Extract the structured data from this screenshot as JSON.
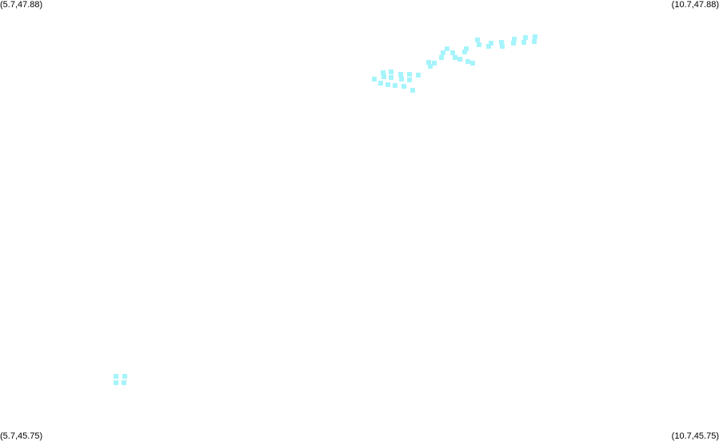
{
  "bounds": {
    "lon_min": 5.7,
    "lon_max": 10.7,
    "lat_min": 45.75,
    "lat_max": 47.88
  },
  "corners": {
    "top_left": "(5.7,47.88)",
    "top_right": "(10.7,47.88)",
    "bottom_left": "(5.7,45.75)",
    "bottom_right": "(10.7,45.75)"
  },
  "point_color": "#a6f4fb",
  "points": [
    [
      9.277,
      47.692
    ],
    [
      9.353,
      47.697
    ],
    [
      9.421,
      47.703
    ],
    [
      9.413,
      47.681
    ],
    [
      9.341,
      47.676
    ],
    [
      9.271,
      47.67
    ],
    [
      9.185,
      47.676
    ],
    [
      9.191,
      47.657
    ],
    [
      9.112,
      47.67
    ],
    [
      9.021,
      47.687
    ],
    [
      9.032,
      47.665
    ],
    [
      9.1,
      47.657
    ],
    [
      8.941,
      47.646
    ],
    [
      8.93,
      47.628
    ],
    [
      8.81,
      47.643
    ],
    [
      8.849,
      47.624
    ],
    [
      8.866,
      47.601
    ],
    [
      8.899,
      47.596
    ],
    [
      8.953,
      47.583
    ],
    [
      8.988,
      47.577
    ],
    [
      8.779,
      47.626
    ],
    [
      8.77,
      47.604
    ],
    [
      8.679,
      47.58
    ],
    [
      8.692,
      47.559
    ],
    [
      8.722,
      47.577
    ],
    [
      8.365,
      47.529
    ],
    [
      8.422,
      47.532
    ],
    [
      8.485,
      47.52
    ],
    [
      8.545,
      47.52
    ],
    [
      8.606,
      47.517
    ],
    [
      8.367,
      47.511
    ],
    [
      8.422,
      47.505
    ],
    [
      8.492,
      47.497
    ],
    [
      8.547,
      47.495
    ],
    [
      8.302,
      47.497
    ],
    [
      8.345,
      47.479
    ],
    [
      8.396,
      47.473
    ],
    [
      8.449,
      47.468
    ],
    [
      8.511,
      47.462
    ],
    [
      8.567,
      47.446
    ],
    [
      6.505,
      46.063
    ],
    [
      6.57,
      46.063
    ],
    [
      6.505,
      46.033
    ],
    [
      6.562,
      46.033
    ]
  ]
}
